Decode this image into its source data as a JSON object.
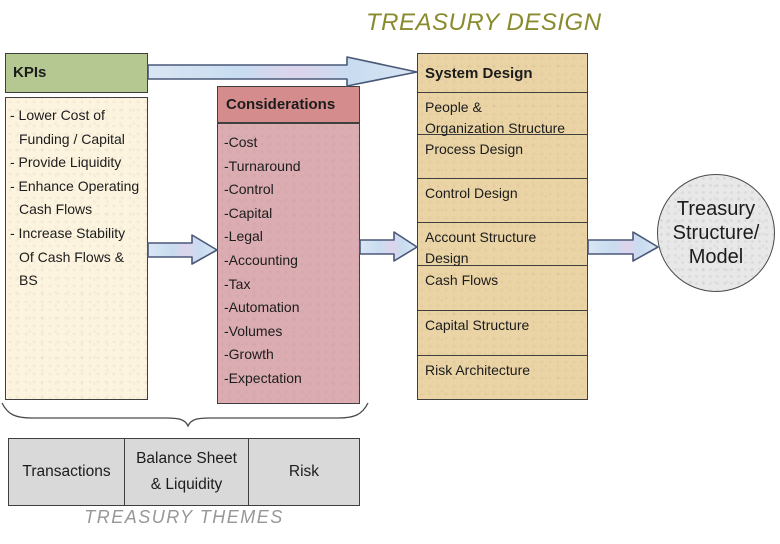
{
  "title": "TREASURY DESIGN",
  "kpis": {
    "header": "KPIs",
    "lines": [
      "- Lower Cost of",
      "Funding / Capital",
      "- Provide Liquidity",
      "- Enhance Operating",
      "Cash Flows",
      "- Increase Stability",
      "Of Cash Flows &",
      "BS"
    ]
  },
  "considerations": {
    "header": "Considerations",
    "items": [
      "-Cost",
      "-Turnaround",
      "-Control",
      "-Capital",
      "-Legal",
      "-Accounting",
      "-Tax",
      "-Automation",
      "-Volumes",
      "-Growth",
      "-Expectation"
    ]
  },
  "system_design": {
    "header": "System Design",
    "rows": [
      [
        "People &",
        "Organization Structure"
      ],
      [
        "Process Design"
      ],
      [
        "Control Design"
      ],
      [
        "Account Structure",
        "Design"
      ],
      [
        "Cash Flows"
      ],
      [
        "Capital Structure"
      ],
      [
        "Risk Architecture"
      ]
    ]
  },
  "outcome": {
    "lines": [
      "Treasury",
      "Structure/",
      "Model"
    ]
  },
  "themes": {
    "cells": [
      [
        "Transactions"
      ],
      [
        "Balance Sheet",
        "& Liquidity"
      ],
      [
        "Risk"
      ]
    ],
    "caption": "TREASURY THEMES"
  },
  "colors": {
    "title_text": "#8a8b2f",
    "kpis_header_bg": "#b6c892",
    "kpis_body_bg": "#fcf4df",
    "considerations_header_bg": "#d48c8c",
    "considerations_body_bg": "#dbadb2",
    "system_design_bg": "#ead4a5",
    "outcome_circle_bg": "#e8e8e8",
    "themes_table_bg": "#d9d9d9",
    "arrow_fill": "#cde0f2",
    "arrow_border": "#4a5878",
    "caption_text": "#979797"
  }
}
